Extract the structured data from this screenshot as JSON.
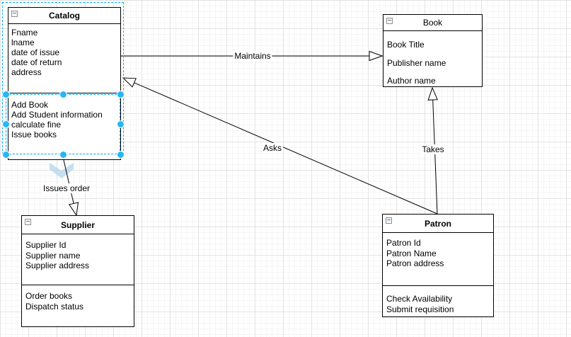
{
  "canvas": {
    "background": "#ffffff",
    "grid_minor_color": "#f5f5f5",
    "grid_major_color": "#e3e3e3"
  },
  "colors": {
    "shape_border": "#000000",
    "shape_fill": "#ffffff",
    "text": "#000000",
    "selection_dash": "#00a8ff",
    "selection_handle": "#29b6f2",
    "direction_arrow_blue": "#a8cfeb"
  },
  "icons": {
    "collapse_glyph": "−",
    "collapse_name": "collapse-minus-icon",
    "direction_hint_name": "down-chevron-icon"
  },
  "classes": {
    "catalog": {
      "title": "Catalog",
      "attributes": [
        "Fname",
        "lname",
        "date of issue",
        "date of return",
        "address"
      ],
      "methods": [
        "Add Book",
        "Add Student information",
        "calculate fine",
        "Issue books"
      ]
    },
    "book": {
      "title": "Book",
      "attributes": [
        "Book Title",
        "Publisher name",
        "Author name"
      ]
    },
    "supplier": {
      "title": "Supplier",
      "attributes": [
        "Supplier Id",
        "Supplier name",
        "Supplier address"
      ],
      "methods": [
        "Order books",
        "Dispatch status"
      ]
    },
    "patron": {
      "title": "Patron",
      "attributes": [
        "Patron Id",
        "Patron Name",
        "Patron address"
      ],
      "methods": [
        "Check Availability",
        "Submit requisition"
      ]
    }
  },
  "edges": {
    "maintains": {
      "label": "Maintains",
      "from": "Catalog",
      "to": "Book",
      "arrow": "hollow-triangle"
    },
    "asks": {
      "label": "Asks",
      "from": "Patron",
      "to": "Catalog",
      "arrow": "hollow-triangle"
    },
    "takes": {
      "label": "Takes",
      "from": "Patron",
      "to": "Book",
      "arrow": "hollow-triangle"
    },
    "issues_order": {
      "label": "Issues order",
      "from": "Catalog",
      "to": "Supplier",
      "arrow": "hollow-triangle"
    }
  },
  "selection": {
    "target": "catalog-methods-compartment",
    "handle_count": 8
  }
}
